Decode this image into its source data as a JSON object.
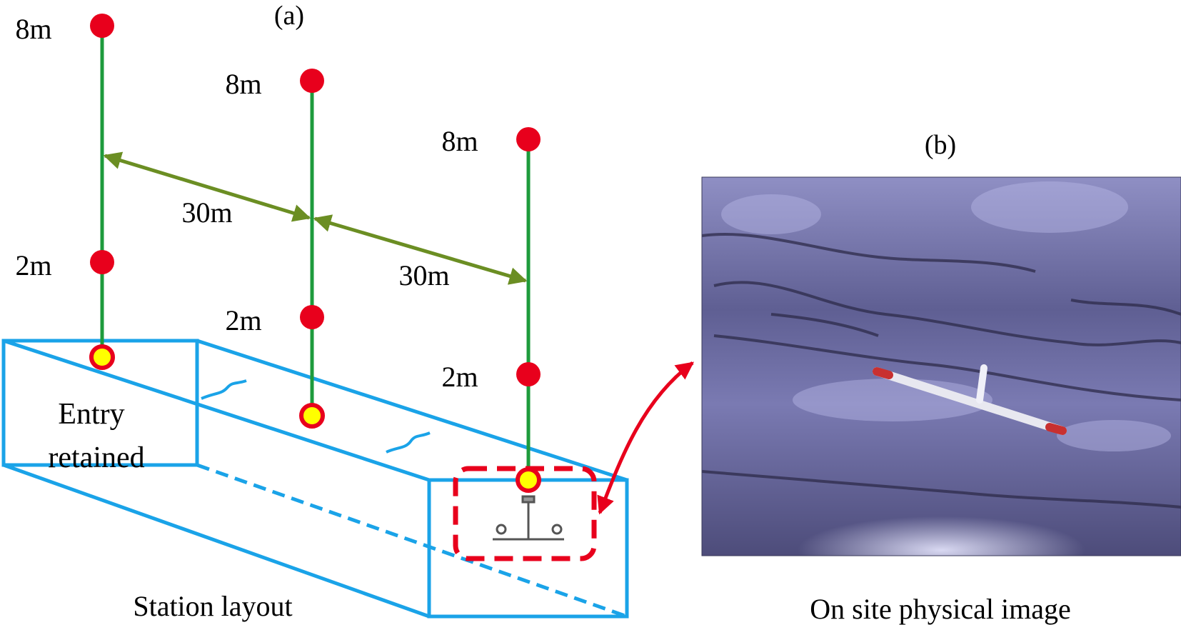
{
  "panel_a": {
    "label": "(a)",
    "caption": "Station layout",
    "entry_label_line1": "Entry",
    "entry_label_line2": "retained",
    "depth_labels": {
      "deep": "8m",
      "shallow": "2m"
    },
    "spacing_labels": [
      "30m",
      "30m"
    ],
    "boreholes": [
      {
        "shallow_label": "2m",
        "deep_label": "8m"
      },
      {
        "shallow_label": "2m",
        "deep_label": "8m"
      },
      {
        "shallow_label": "2m",
        "deep_label": "8m"
      }
    ]
  },
  "panel_b": {
    "label": "(b)",
    "caption": "On site physical image"
  },
  "colors": {
    "borehole_line": "#1e9b3c",
    "anchor_point": "#e8001c",
    "collar_fill": "#ffff00",
    "roadway_outline": "#1aa3e8",
    "spacing_arrow": "#6b8e23",
    "callout": "#e8001c",
    "photo_tone": "#6c6fa3"
  }
}
